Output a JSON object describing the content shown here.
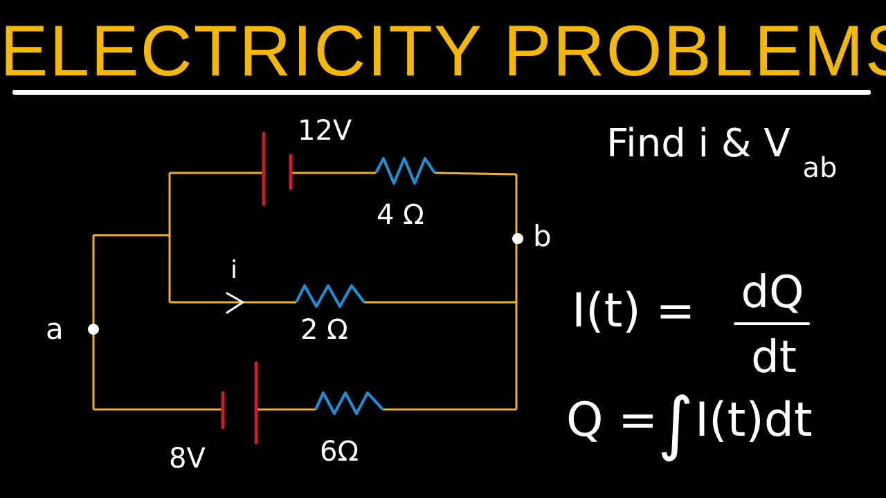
{
  "title": "ELECTRICITY PROBLEMS",
  "colors": {
    "title": "#f5b800",
    "wire": "#f0b323",
    "battery": "#d11a2a",
    "resistor": "#1f8fd6",
    "text": "#ffffff",
    "background": "#000000"
  },
  "circuit": {
    "battery_top_label": "12V",
    "battery_bottom_label": "8V",
    "resistor_top_label": "4 Ω",
    "resistor_middle_label": "2 Ω",
    "resistor_bottom_label": "6Ω",
    "node_a_label": "a",
    "node_b_label": "b",
    "current_label": "i"
  },
  "problem": {
    "find_text": "Find i & V",
    "find_subscript": "ab"
  },
  "formulas": {
    "current_lhs": "I(t) =",
    "current_numerator": "dQ",
    "current_denominator": "dt",
    "charge_lhs": "Q =",
    "integral_sign": "∫",
    "charge_rhs": "I(t)dt"
  }
}
